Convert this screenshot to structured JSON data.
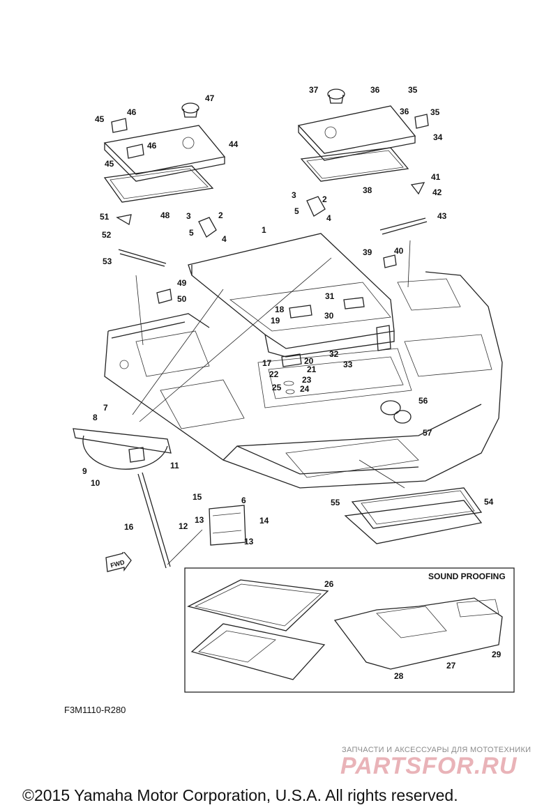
{
  "diagram": {
    "code": "F3M1110-R280",
    "section_title": "SOUND PROOFING",
    "fwd_label": "FWD",
    "copyright": "©2015 Yamaha Motor Corporation, U.S.A. All rights reserved.",
    "watermark_top": "ЗАПЧАСТИ И АКСЕССУАРЫ ДЛЯ МОТОТЕХНИКИ",
    "watermark_logo": "PARTSFOR.RU",
    "callouts": [
      "1",
      "2",
      "3",
      "4",
      "5",
      "6",
      "7",
      "8",
      "9",
      "10",
      "11",
      "12",
      "13",
      "14",
      "15",
      "16",
      "17",
      "18",
      "19",
      "20",
      "21",
      "22",
      "23",
      "24",
      "25",
      "26",
      "27",
      "28",
      "29",
      "30",
      "31",
      "32",
      "33",
      "34",
      "35",
      "36",
      "37",
      "38",
      "39",
      "40",
      "41",
      "42",
      "43",
      "44",
      "45",
      "46",
      "47",
      "48",
      "49",
      "50",
      "51",
      "52",
      "53",
      "54",
      "55",
      "56",
      "57"
    ]
  }
}
